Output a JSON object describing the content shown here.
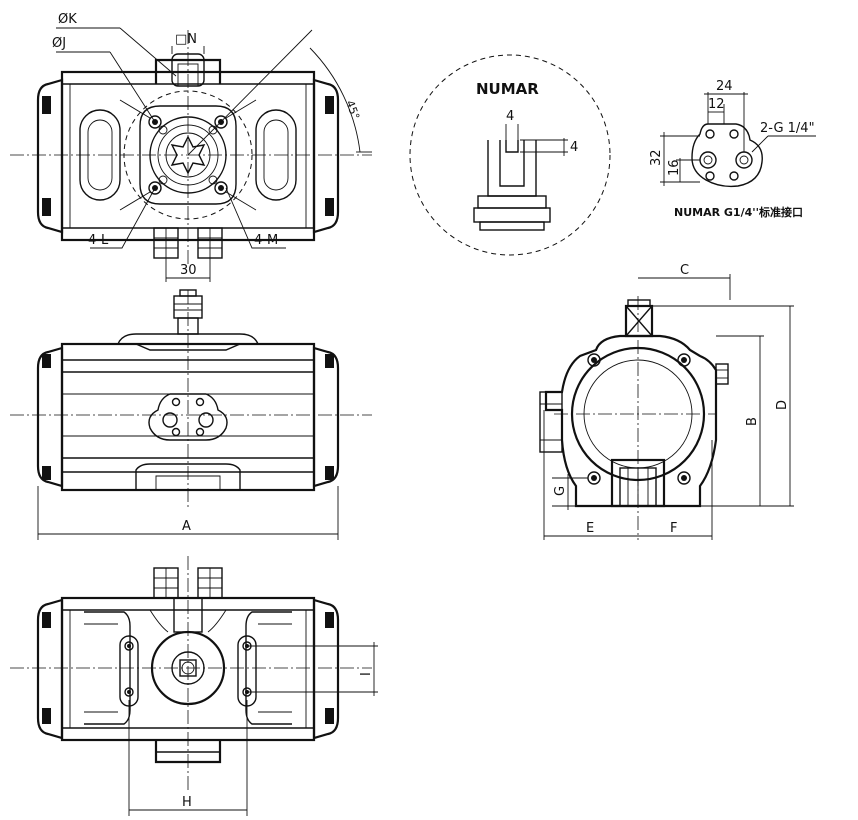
{
  "labels": {
    "phi_k": "ØK",
    "phi_j": "ØJ",
    "n": "□N",
    "angle": "45°",
    "four_l": "4-L",
    "four_m": "4-M",
    "dim_30": "30",
    "numar": "NUMAR",
    "dim_4a": "4",
    "dim_4b": "4",
    "dim_24": "24",
    "dim_12": "12",
    "dim_32": "32",
    "dim_16": "16",
    "g_thread": "2-G 1/4\"",
    "caption": "NUMAR G1/4''标准接口",
    "a": "A",
    "b": "B",
    "c": "C",
    "d": "D",
    "e": "E",
    "f": "F",
    "g": "G",
    "h": "H",
    "i": "I"
  }
}
